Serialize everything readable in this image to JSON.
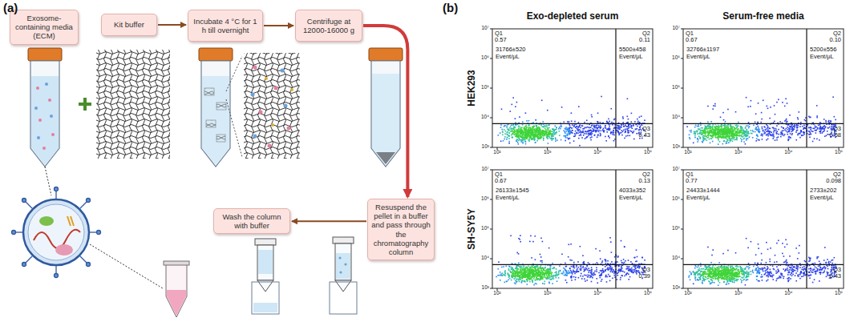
{
  "diagram": {
    "nodes": [
      {
        "text": [
          "Exosome-containing media (ECM)"
        ]
      },
      {
        "text": [
          "Kit buffer"
        ]
      },
      {
        "text": [
          "Incubate 4 °C for 1 h till overnight"
        ]
      },
      {
        "text": [
          "Centrifuge at 12000-16000 g"
        ]
      },
      {
        "text": [
          "Resuspend the pellet in a buffer and pass through the chromatography column"
        ]
      },
      {
        "text": [
          "Wash the column with buffer"
        ]
      }
    ],
    "edges": [
      {
        "from": 1,
        "to": 2,
        "arrow": "to"
      },
      {
        "from": 2,
        "to": 3,
        "arrow": "to"
      },
      {
        "from": 3,
        "to": 4,
        "arrow": "to"
      },
      {
        "from": 4,
        "to": 5,
        "arrow": "to"
      }
    ],
    "labels": [
      "(a)",
      "(b)",
      "Exo-depleted serum",
      "Serum-free media",
      "HEK293",
      "SH-SY5Y",
      "Q1",
      "0.57",
      "31766±520",
      "Event/μL",
      "Q2",
      "0.11",
      "5500±458",
      "Event/μL",
      "Q3",
      "0.43",
      "10⁷",
      "10⁶",
      "10⁵",
      "10⁴",
      "10³",
      "10²",
      "10³",
      "10⁴",
      "10⁵",
      "Q1",
      "0.67",
      "32766±1197",
      "Event/μL",
      "Q2",
      "0.10",
      "5200±556",
      "Event/μL",
      "Q3",
      "0.58",
      "10⁷",
      "10⁶",
      "10⁵",
      "10⁴",
      "10³",
      "10²",
      "10³",
      "10⁴",
      "10⁵",
      "Q1",
      "0.67",
      "26133±1545",
      "Event/μL",
      "Q2",
      "0.13",
      "4033±352",
      "Event/μL",
      "Q3",
      "0.39",
      "10⁷",
      "10⁶",
      "10⁵",
      "10⁴",
      "10³",
      "10²",
      "10³",
      "10⁴",
      "10⁵",
      "Q1",
      "0.77",
      "24433±1444",
      "Event/μL",
      "Q2",
      "0.098",
      "2733±202",
      "Event/μL",
      "Q3",
      "0.43",
      "10⁷",
      "10⁶",
      "10⁵",
      "10⁴",
      "10³",
      "10²",
      "10³",
      "10⁴",
      "10⁵"
    ]
  }
}
